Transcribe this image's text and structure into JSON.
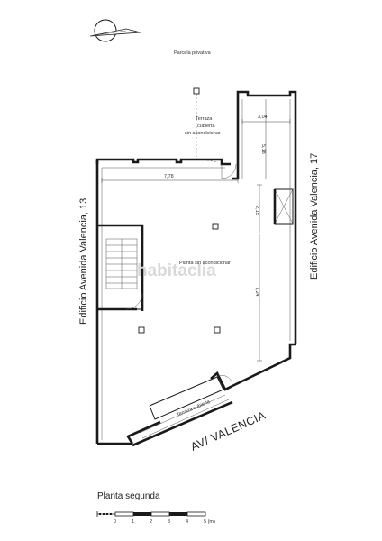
{
  "labels": {
    "parcela": "Parcela privativa",
    "terraza_top_1": "Terraza",
    "terraza_top_2": "cubierta",
    "terraza_top_3": "sin acondicionar",
    "planta_label": "Planta sin acondicionar",
    "terraza_bottom": "Terraza cubierta",
    "edificio_left": "Edificio Avenida Valencia, 13",
    "edificio_right": "Edificio Avenida Valencia, 17",
    "avenida": "AV/ VALENCIA",
    "watermark": "habitaclia",
    "title": "Planta segunda"
  },
  "dimensions": {
    "d1": "3,04",
    "d2": "5,18",
    "d3": "7,78",
    "d4": "2,15",
    "d5": "7,24"
  },
  "scale": {
    "ticks": [
      "0",
      "1",
      "2",
      "3",
      "4",
      "5 (m)"
    ]
  }
}
